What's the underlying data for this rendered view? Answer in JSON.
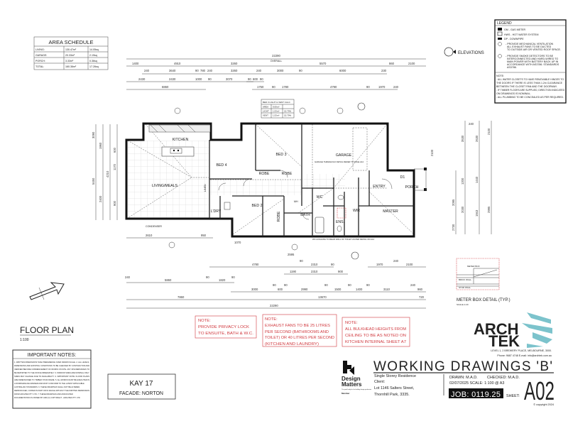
{
  "area_schedule": {
    "title": "AREA SCHEDULE",
    "rows": [
      [
        "LIVING:",
        "130.47m²",
        "14.05sq"
      ],
      [
        "GARAGE:",
        "20.33m²",
        "2.19sq"
      ],
      [
        "PORCH:",
        "3.33m²",
        "0.36sq"
      ],
      [
        "TOTAL:",
        "160.36m²",
        "17.26sq"
      ]
    ]
  },
  "legend": {
    "title": "LEGEND",
    "items": [
      "GM - GAS METER",
      "HWS - HOT WATER SYSTEM",
      "DP - DOWNPIPE"
    ],
    "notes_mech": [
      "- PROVIDE MECHANICAL VENTILATION",
      "ALL EXHAUST FANS TO BE DUCTED",
      "TO OUTSIDE AIR OR VENTED ROOF SPACE."
    ],
    "notes_smoke": [
      "- PROVIDE SMOKE DETECTORS TO BE",
      "INTERCONNECTED AND HARD-WIRED TO",
      "MAIN POWER WITH BATTERY BACK UP IN",
      "ACCORDANCE WITH AS3786. STANDARDS",
      "AS3786."
    ],
    "note_title": "NOTE:",
    "notes": [
      "- ALL WATER CLOSETS TO HAVE REMOVABLE HINGES TO",
      "THE DOORS IF THERE IS LESS THAN 1.2m CLEARANCE",
      "BETWEEN THE CLOSET PAN AND THE DOORWAY.",
      "- IF TIMBER FLOORS ARE SUPPLIED, DIRECTION INDICATED",
      "ON DRAWINGS IS NOMINAL.",
      "- ALL PLUMBING TO BE CONCEALED AS PER REQUIRED."
    ]
  },
  "elevations_label": "ELEVATIONS",
  "vent_calc": {
    "title": "BED 3 LIGHT & VENT CALC",
    "rows": [
      [
        "AREA",
        "9.69m²",
        ""
      ],
      [
        "LIGHT",
        "1.53m²",
        "15.79%"
      ],
      [
        "VENT",
        "1.53m²",
        "15.79%"
      ]
    ]
  },
  "rooms": {
    "kitchen": "KITCHEN",
    "living": "LIVING/MEALS",
    "bed4": "BED 4",
    "bed3": "BED 3",
    "robe": "ROBE",
    "robe2": "ROBE",
    "robe3": "ROBE",
    "garage": "GARAGE",
    "bed2": "BED 2",
    "laundry": "L'DRY",
    "bath": "BATH",
    "wc": "WC",
    "ens": "ENS.",
    "wir": "WIR",
    "master": "MASTER",
    "entry": "ENTRY",
    "porch": "PORCH",
    "d1": "D1",
    "linen": "LINEN",
    "mh": "MH",
    "condenser": "CONDENSER",
    "garage_note": "GARAGE THRESHOLD DETAIL REFER TO PAGE A14",
    "wc_note": "WC HOGGING TO REAR WALL OF TOILET AS PER DETAIL ON A14"
  },
  "dims_top": {
    "overall": "22290",
    "overall_sub": "OVERALL",
    "row1": [
      "1400",
      "4910",
      "3260",
      "5570",
      "860",
      "2100"
    ],
    "row2": [
      "240",
      "3640",
      "90",
      "780",
      "240",
      "3260",
      "240",
      "3000",
      "90",
      "6000",
      "230"
    ],
    "row3": [
      "2430",
      "2430",
      "1000",
      "90",
      "3070",
      "90",
      "600",
      "90"
    ],
    "row4": [
      "6860",
      "1750",
      "90",
      "1780",
      "4790",
      "90",
      "1970",
      "240"
    ]
  },
  "dims_bottom": {
    "row1": [
      "4780",
      "90",
      "2310",
      "90",
      "1970",
      "240",
      "2100"
    ],
    "row2": [
      "1190",
      "2310",
      "900"
    ],
    "row3": [
      "240",
      "5860",
      "90",
      "1820",
      "90"
    ],
    "row4": [
      "3000",
      "90",
      "600",
      "90",
      "2990",
      "90",
      "1500",
      "90",
      "1400",
      "90",
      "3110",
      "240",
      "960"
    ],
    "row5": [
      "7860",
      "13670",
      "720"
    ],
    "overall": "22290",
    "left": [
      "2610",
      "950",
      "1070",
      "2595"
    ]
  },
  "dims_right": [
    "2100",
    "3530",
    "2630",
    "240",
    "1200",
    "1440",
    "2095",
    "2030",
    "1943",
    "2995",
    "2730"
  ],
  "dims_left": [
    "3090",
    "1960",
    "5450",
    "4210",
    "2400",
    "1170",
    "600",
    "900"
  ],
  "floor_plan": {
    "title": "FLOOR PLAN",
    "scale": "1:100"
  },
  "meter_box": {
    "title": "METER BOX DETAIL (TYP.)",
    "scale": "SCALE 1:20",
    "labels": [
      "METER BOX",
      "BRICK WALL",
      "STUD WALL"
    ]
  },
  "notes_red": [
    [
      "NOTE:",
      "PROVIDE PRIVACY LOCK",
      "TO ENSUITE, BATH & W.C."
    ],
    [
      "NOTE:",
      "EXHAUST FANS TO BE 25 LITRES",
      "PER SECOND (BATHROOMS AND",
      "TOILET) OR 40 LITRES PER SECOND",
      "(KITCHEN AND LAUNDRY)"
    ],
    [
      "NOTE:",
      "ALL BULKHEAD HEIGHTS FROM",
      "CEILING TO BE AS NOTED ON",
      "KITCHEN INTERNAL SHEET A7"
    ]
  ],
  "important_notes": {
    "title": "IMPORTANT NOTES:",
    "lines": [
      "1. WRITTEN DIMENSIONS TAKE PREFERENCE OVER DRAWN SCALE. 2. ALL LEVELS,",
      "DIMENSIONS AND EXISTING CONDITIONS TO BE CHECKED BY CONTRACTOR AND",
      "VERIFIED BEFORE COMMENCEMENT OF WORKS ON SITE. ANY DISCREPANCIES TO",
      "BE REPORTED TO THE OFFICE IMMEDIATELY. 3. WINDOW SIZES ARE NOMINAL ONLY.",
      "SIZES MAY CHANGE DUE TO AVAILABILITY. 4. IMPORTANT NOTE: FLOOR PLANS",
      "ARE DIMENSIONED TO TIMBER STUD FRAME. 5. ALL WORKS MUST BE EXECUTED IN",
      "A WORKMANLIKE MANNER AND MUST CONFORM TO THE LATEST APPLICABLE",
      "AUSTRALIAN STANDARDS. 6. THESE DRAWINGS SHALL NOT BE ALTERED,",
      "REPRODUCED, COPIED IN PART OR IN WHOLE WITHOUT THE WRITTEN PERMISSION",
      "FROM ARCHTEK PTY LTD. 7. THESE DRAWINGS AND ASSOCIATED",
      "DOCUMENTATION IS OWNED BY AND (C) COPYRIGHT - ARCHTEK PTY LTD"
    ]
  },
  "house": {
    "name": "KAY 17",
    "facade": "FACADE: NORTON"
  },
  "title_block": {
    "logo_line1": "ARCH",
    "logo_line2": "TEK",
    "address": "LEVEL 1, 2 BREWERY PLACE, MELBOURNE, 3000.",
    "contact": "Phone: 9687 4748 E-mail: info@archtek.com.au",
    "heading": "WORKING DRAWINGS 'B'",
    "dm_line1": "Design",
    "dm_line2": "Matters",
    "dm_tag": "The peak body for the building design profession",
    "dm_member": "Member",
    "project": "Single Storey Residence",
    "client_label": "Client:",
    "address1": "Lot 1146 Salters Street,",
    "address2": "Thornhill Park, 3335.",
    "drawn": "DRAWN:  M.A.D.",
    "checked": "CHECKED: M.A.D.",
    "date_scale": "02/07/2025  SCALE: 1:100 @ A3",
    "job": "JOB:  0119.25",
    "sheet_label": "SHEET:",
    "sheet": "A02",
    "copyright": "© copyright 2024"
  },
  "colors": {
    "note_red": "#d0383e",
    "logo_teal": "#7cc3cc"
  }
}
